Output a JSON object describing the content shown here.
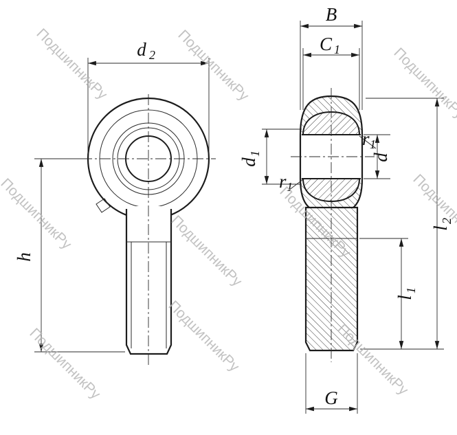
{
  "watermark": {
    "text": "ПодшипникРу"
  },
  "labels": {
    "d2": {
      "base": "d",
      "sub": "2"
    },
    "h": {
      "base": "h",
      "sub": ""
    },
    "B": {
      "base": "B",
      "sub": ""
    },
    "C1": {
      "base": "C",
      "sub": "1"
    },
    "d1": {
      "base": "d",
      "sub": "1"
    },
    "r1_top": {
      "base": "r",
      "sub": "1"
    },
    "r1_bottom": {
      "base": "r",
      "sub": "1"
    },
    "d": {
      "base": "d",
      "sub": ""
    },
    "l2": {
      "base": "l",
      "sub": "2"
    },
    "l1": {
      "base": "l",
      "sub": "1"
    },
    "G": {
      "base": "G",
      "sub": ""
    }
  },
  "colors": {
    "line": "#1c1c1c",
    "watermark": "#b3b3b3",
    "background": "#ffffff"
  }
}
